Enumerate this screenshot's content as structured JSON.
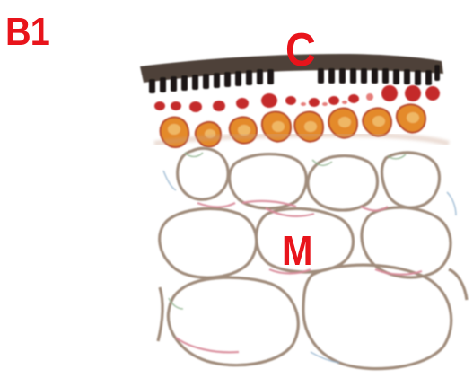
{
  "figure": {
    "panel_label": "B1",
    "labels": {
      "cortex": "C",
      "medulla": "M"
    }
  },
  "colors": {
    "label_red": "#e8141b",
    "cell_wall": "#a08c7c",
    "cell_wall_pink": "#d98a9a",
    "cortex_dark": "#2a221c",
    "cortex_red": "#c42a2a",
    "cortex_orange": "#e48a2c",
    "background": "#ffffff"
  }
}
